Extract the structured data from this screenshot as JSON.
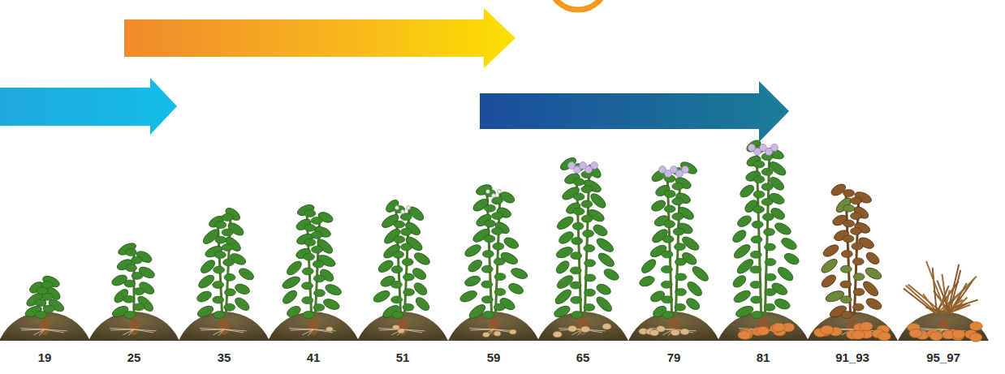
{
  "diagram": {
    "labels": [
      "19",
      "25",
      "35",
      "41",
      "51",
      "59",
      "65",
      "79",
      "81",
      "91_93",
      "95_97"
    ]
  }
}
